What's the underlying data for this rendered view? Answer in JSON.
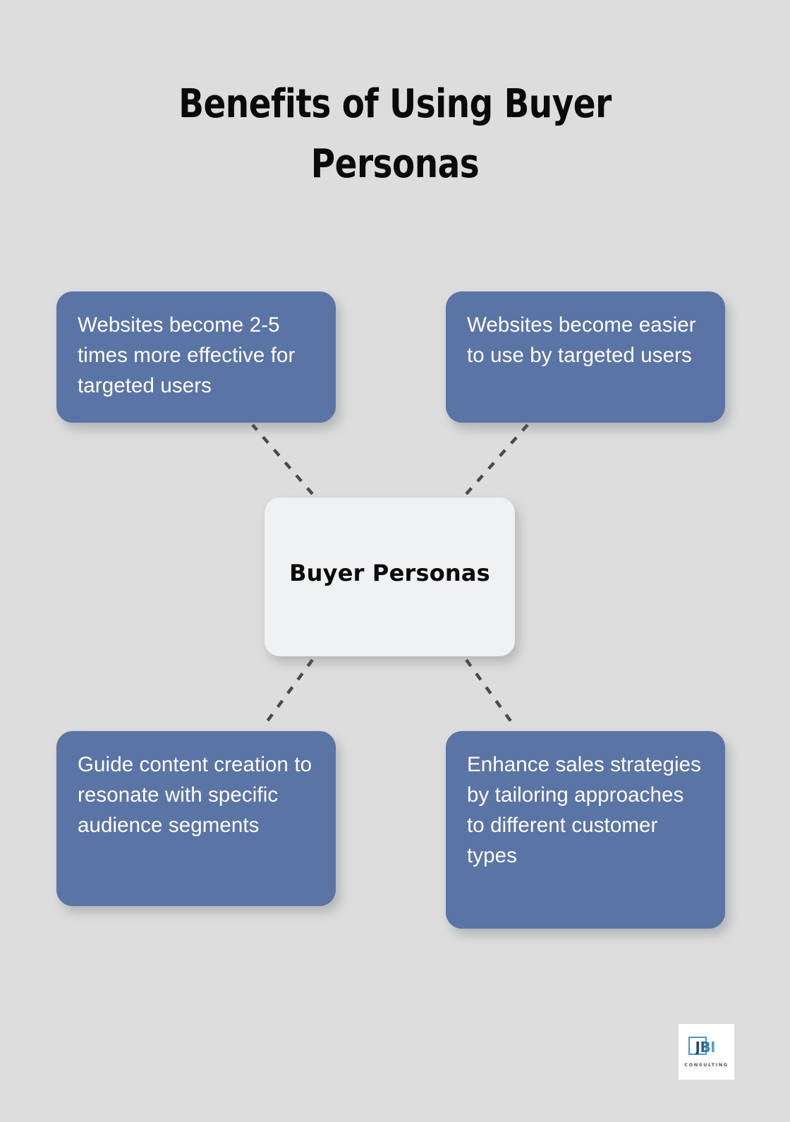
{
  "page": {
    "title": "Benefits of Using Buyer Personas",
    "background_color": "#dddddd"
  },
  "colors": {
    "node_blue": "#5b74a6",
    "node_text": "#ffffff",
    "center_fill": "#f0f1f3",
    "center_text": "#0a0a0a",
    "connector": "#4a4a4a",
    "title_text": "#0a0a0a",
    "logo_accent": "#4a97c9"
  },
  "center": {
    "label": "Buyer Personas"
  },
  "nodes": [
    {
      "id": "top-left",
      "label": "Websites become 2-5 times more effective for targeted users"
    },
    {
      "id": "top-right",
      "label": "Websites become easier to use by targeted users"
    },
    {
      "id": "bottom-left",
      "label": "Guide content creation to resonate with specific audience segments"
    },
    {
      "id": "bottom-right",
      "label": "Enhance sales strategies by tailoring approaches to different customer types"
    }
  ],
  "logo": {
    "letters": "JBI",
    "subtitle": "CONSULTING"
  }
}
